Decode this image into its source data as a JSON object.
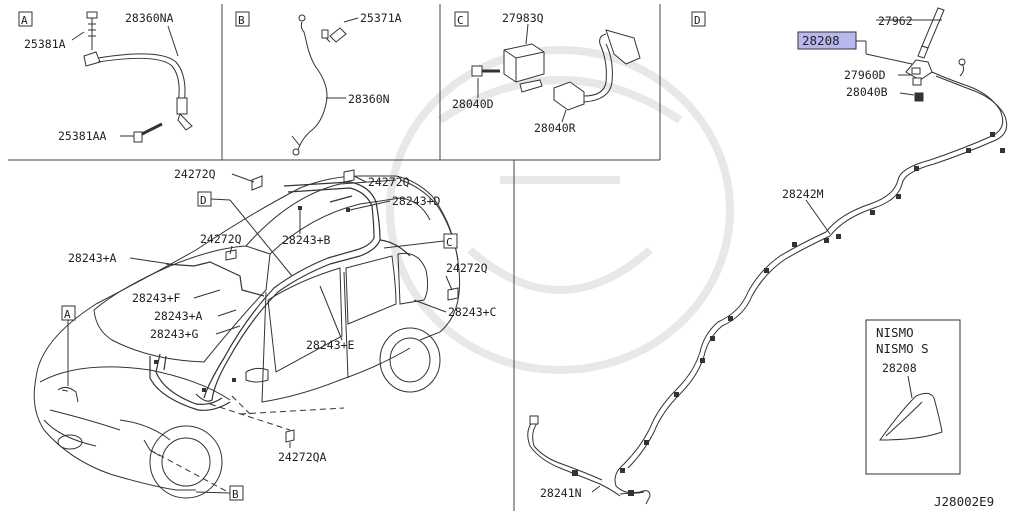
{
  "sections": {
    "a": "A",
    "b": "B",
    "c": "C",
    "d": "D"
  },
  "parts": {
    "p25381A": "25381A",
    "p28360NA": "28360NA",
    "p25381AA": "25381AA",
    "p25371A": "25371A",
    "p28360N": "28360N",
    "p27983Q": "27983Q",
    "p28040D_c": "28040D",
    "p28040R": "28040R",
    "p27962": "27962",
    "p28208": "28208",
    "p27960D": "27960D",
    "p28040B": "28040B",
    "p28242M": "28242M",
    "p28241N": "28241N",
    "p24272Q_1": "24272Q",
    "p24272Q_2": "24272Q",
    "p24272Q_3": "24272Q",
    "p24272Q_4": "24272Q",
    "p24272QA": "24272QA",
    "p28243_D": "28243+D",
    "p28243_B": "28243+B",
    "p28243_A1": "28243+A",
    "p28243_F": "28243+F",
    "p28243_A2": "28243+A",
    "p28243_G": "28243+G",
    "p28243_C": "28243+C",
    "p28243_E": "28243+E"
  },
  "callouts": {
    "d": "D",
    "c": "C",
    "a": "A",
    "b": "B"
  },
  "nismo": {
    "line1": "NISMO",
    "line2": "NISMO S",
    "part": "28208"
  },
  "diagram_id": "J28002E9"
}
